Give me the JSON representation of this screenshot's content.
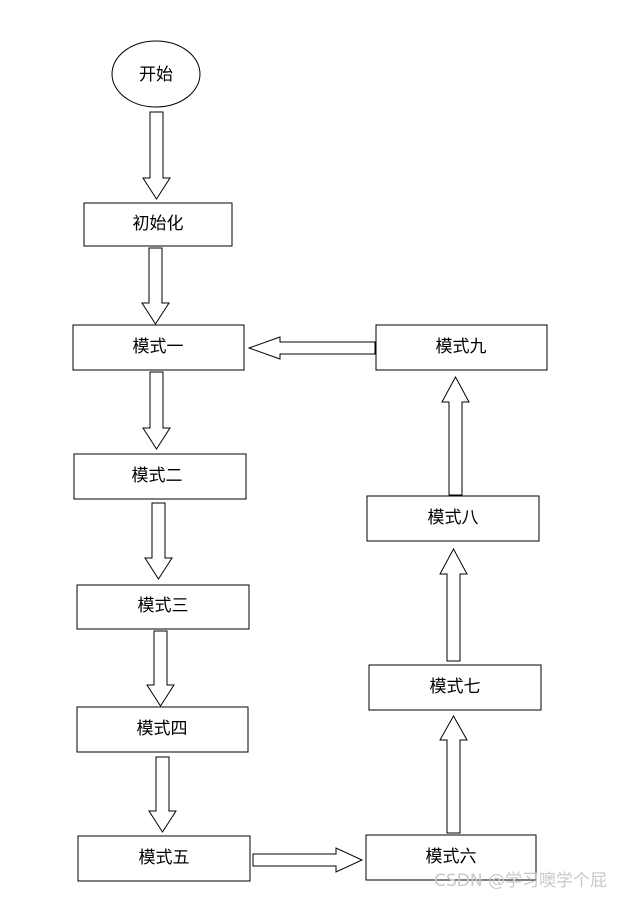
{
  "nodes": {
    "start": "开始",
    "init": "初始化",
    "mode1": "模式一",
    "mode2": "模式二",
    "mode3": "模式三",
    "mode4": "模式四",
    "mode5": "模式五",
    "mode6": "模式六",
    "mode7": "模式七",
    "mode8": "模式八",
    "mode9": "模式九"
  },
  "watermark": "CSDN @学习噢学个屁",
  "colors": {
    "stroke": "#000000",
    "fill": "#ffffff",
    "watermark": "#c8c8c8"
  }
}
